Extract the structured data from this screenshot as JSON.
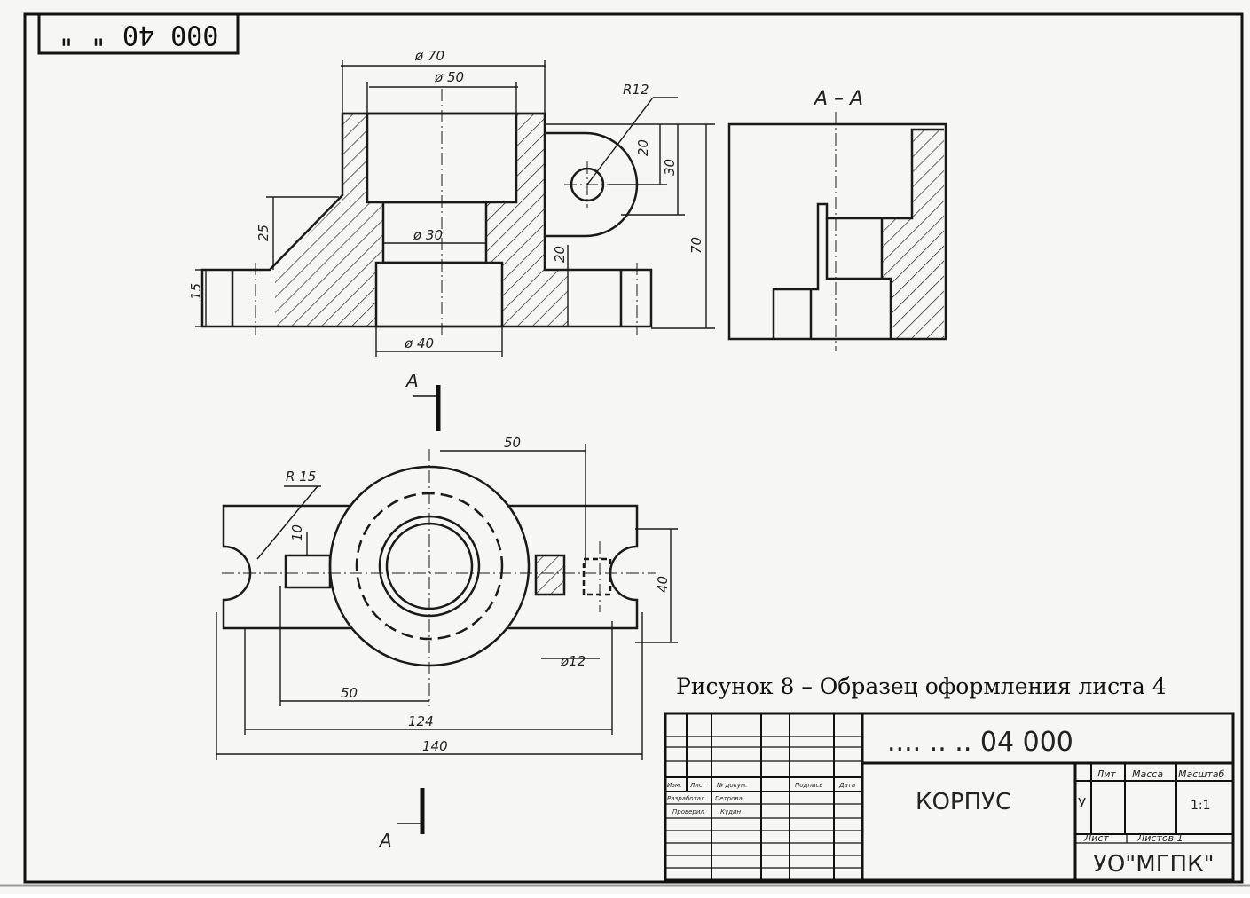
{
  "corner_stamp": {
    "text": "000 40 \" \""
  },
  "section_label_top": "A – A",
  "cut_marks": {
    "top": "A",
    "bottom": "A"
  },
  "dimensions": {
    "d70": "ø 70",
    "d50": "ø 50",
    "r12": "R12",
    "h20a": "20",
    "h30": "30",
    "h70": "70",
    "h25": "25",
    "h15": "15",
    "d30": "ø 30",
    "h20b": "20",
    "d40": "ø 40",
    "w50top": "50",
    "r15": "R 15",
    "h10a": "10",
    "h40": "40",
    "d12": "ø12",
    "w50bot": "50",
    "w124": "124",
    "w140": "140"
  },
  "caption": "Рисунок 8 – Образец оформления листа 4",
  "title_block": {
    "doc_number": ".... .. .. 04 000",
    "part_name": "КОРПУС",
    "col_headers": [
      "Изм.",
      "Лист",
      "№ докум.",
      "Подпись",
      "Дата"
    ],
    "rows": [
      {
        "role": "Разработал",
        "name": "Петрова"
      },
      {
        "role": "Проверил",
        "name": "Кудин"
      }
    ],
    "lit_label": "Лит",
    "lit_value": "У",
    "mass_label": "Масса",
    "scale_label": "Масштаб",
    "scale_value": "1:1",
    "sheet_label": "Лист",
    "sheets_label": "Листов 1",
    "org": "УО\"МГПК\""
  },
  "colors": {
    "line": "#1a1a1a",
    "paper": "#f6f6f4"
  }
}
